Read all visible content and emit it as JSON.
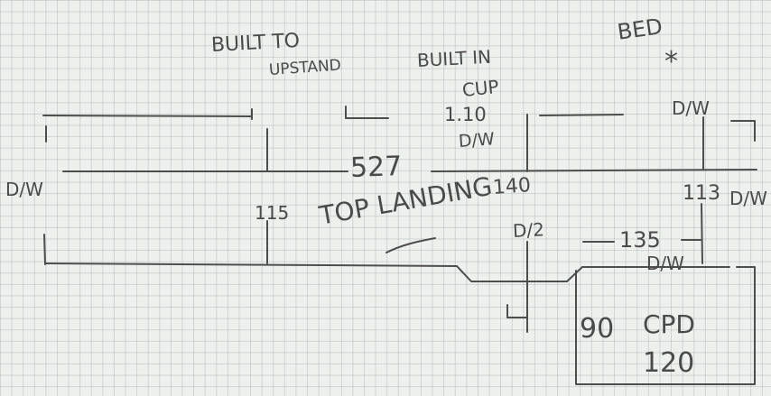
{
  "sketch": {
    "ink_color": "#4d4d4d",
    "paper_color": "#eef0ed",
    "labels": {
      "built_to_upstand_line1": "BUILT TO",
      "built_to_upstand_line2": "UPSTAND",
      "built_in_cup_line1": "BUILT IN",
      "built_in_cup_line2": "CUP",
      "bed": "BED",
      "bed_star": "*",
      "dim_110": "1.10",
      "dw_left": "D/W",
      "dw_cupboard": "D/W",
      "dw_top_right": "D/W",
      "dw_right": "D/W",
      "dw_lower": "D/W",
      "dim_527": "527",
      "dim_140": "140",
      "dim_115": "115",
      "top_landing": "TOP LANDING",
      "dim_113": "113",
      "d12": "D/2",
      "dim_135": "135",
      "dim_90": "90",
      "cpd": "CPD",
      "dim_120": "120"
    }
  }
}
